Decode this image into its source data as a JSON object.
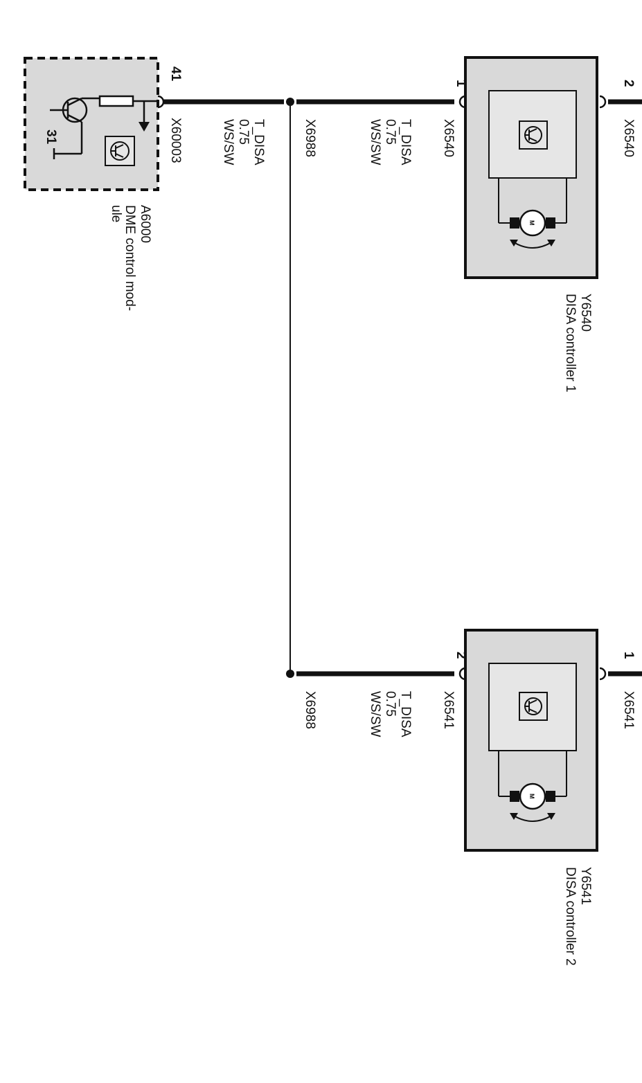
{
  "colors": {
    "wire": "#111111",
    "module_fill": "#d9d9d9",
    "inner_fill": "#e6e6e6",
    "background": "#ffffff"
  },
  "dme_module": {
    "id": "A6000",
    "name_line1": "DME control mod-",
    "name_line2": "ule",
    "connector": "X60003",
    "pin": "41",
    "ground_pin": "31"
  },
  "wire_main": {
    "signal": "T_DISA",
    "gauge": "0.75",
    "color": "WS/SW"
  },
  "splice": {
    "id_top": "X6988",
    "id_bottom": "X6988"
  },
  "controller1": {
    "id": "Y6540",
    "name": "DISA controller 1",
    "connector": "X6540",
    "pin_in": "1",
    "pin_out": "2",
    "signal": "T_DISA",
    "gauge": "0.75",
    "color": "WS/SW",
    "motor_letter": "M"
  },
  "controller2": {
    "id": "Y6541",
    "name": "DISA controller 2",
    "connector": "X6541",
    "pin_in": "2",
    "pin_out": "1",
    "signal": "T_DISA",
    "gauge": "0.75",
    "color": "WS/SW",
    "motor_letter": "M"
  }
}
